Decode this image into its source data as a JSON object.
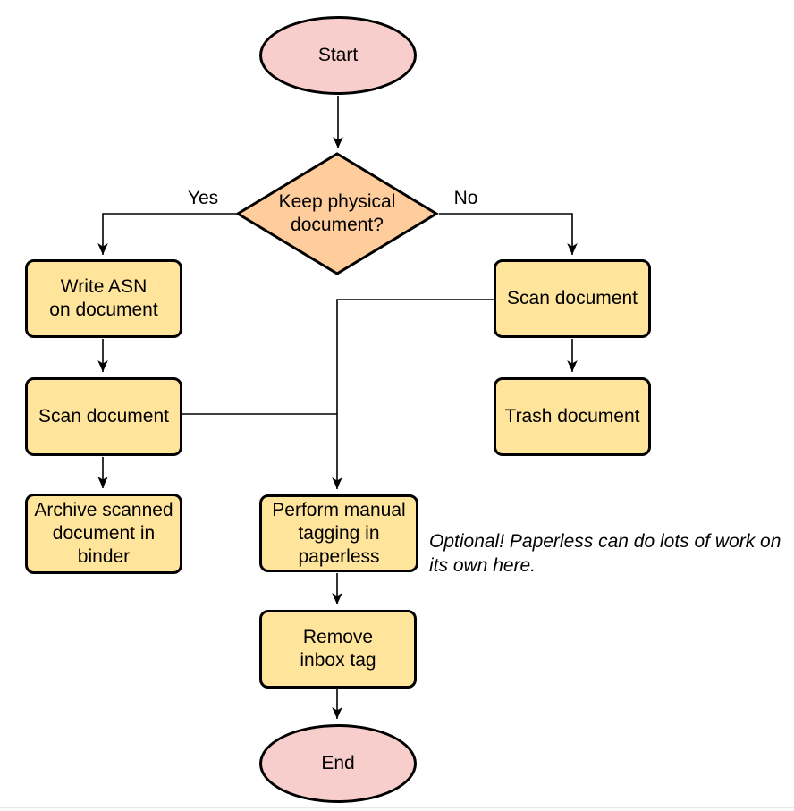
{
  "colors": {
    "background": "#FFFFFF",
    "terminal_fill": "#F8CECC",
    "decision_fill": "#FFCC9C",
    "process_fill": "#FFE49C",
    "stroke": "#000000",
    "text": "#000000",
    "footer_line": "#E8E8E8"
  },
  "nodes": {
    "start": {
      "type": "terminal",
      "label": "Start"
    },
    "decision": {
      "type": "decision",
      "lines": [
        "Keep physical",
        "document?"
      ]
    },
    "write_asn": {
      "type": "process",
      "lines": [
        "Write ASN",
        "on document"
      ]
    },
    "scan_left": {
      "type": "process",
      "lines": [
        "Scan document"
      ]
    },
    "archive": {
      "type": "process",
      "lines": [
        "Archive scanned",
        "document in",
        "binder"
      ]
    },
    "scan_right": {
      "type": "process",
      "lines": [
        "Scan document"
      ]
    },
    "trash": {
      "type": "process",
      "lines": [
        "Trash document"
      ]
    },
    "tagging": {
      "type": "process",
      "lines": [
        "Perform manual",
        "tagging in",
        "paperless"
      ]
    },
    "remove_inbox": {
      "type": "process",
      "lines": [
        "Remove",
        "inbox tag"
      ]
    },
    "end": {
      "type": "terminal",
      "label": "End"
    }
  },
  "edge_labels": {
    "yes": "Yes",
    "no": "No"
  },
  "annotation": {
    "lines": [
      "Optional! Paperless can do lots of work on",
      "its own here."
    ]
  }
}
